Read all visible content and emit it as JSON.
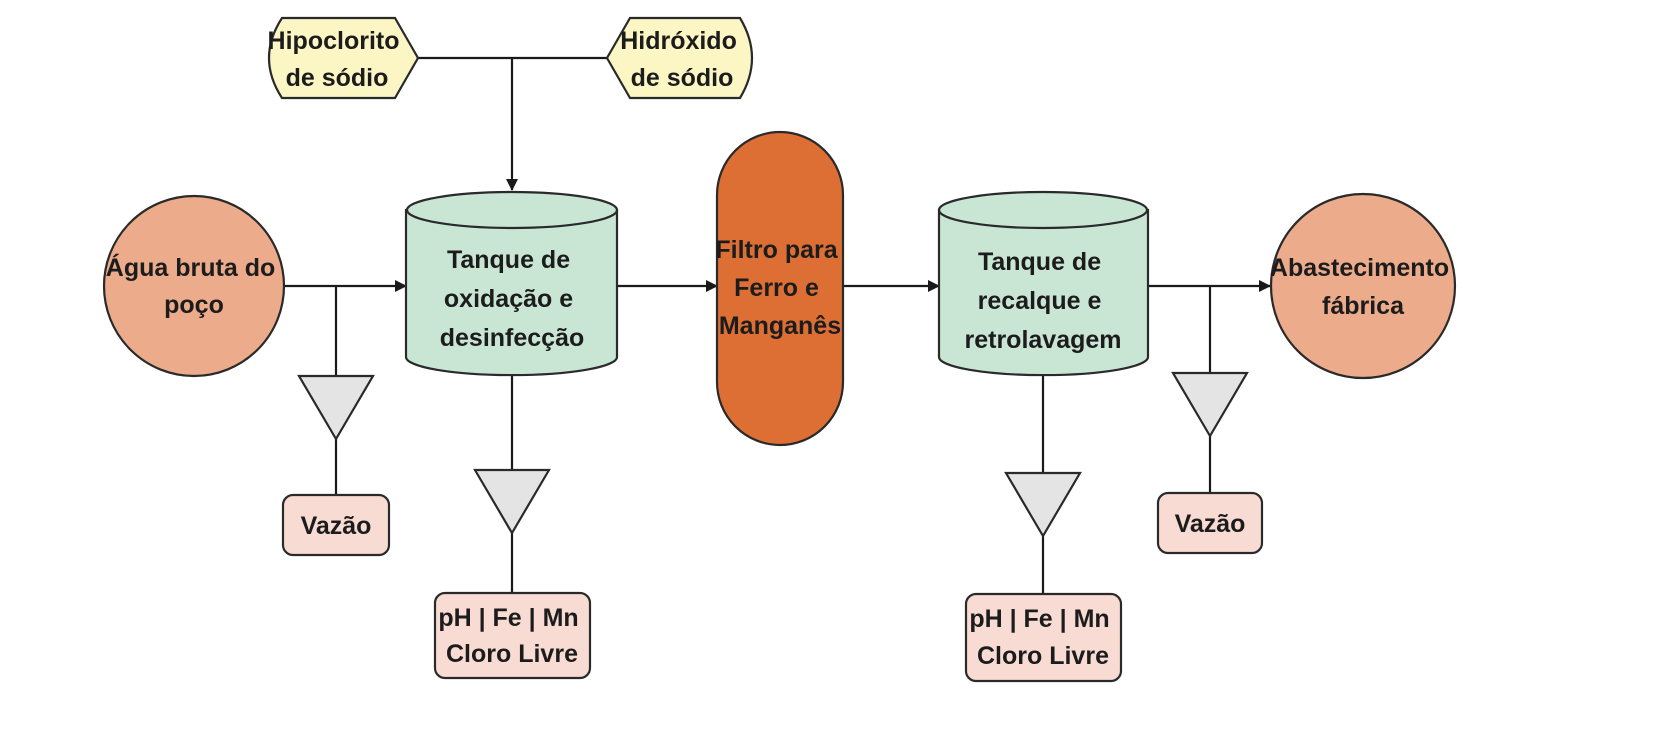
{
  "colors": {
    "chemical_fill": "#fbf6c4",
    "tank_fill": "#c9e6d5",
    "filter_fill": "#dd6f35",
    "source_fill": "#ecab8a",
    "sensor_fill": "#e4e4e4",
    "readout_fill": "#f8dcd4",
    "line": "#1a1a1a"
  },
  "chemicals": {
    "hypochlorite": [
      "Hipoclorito",
      "de sódio"
    ],
    "hydroxide": [
      "Hidróxido",
      "de sódio"
    ]
  },
  "source": [
    "Água bruta do",
    "poço"
  ],
  "tank1": [
    "Tanque de",
    "oxidação e",
    "desinfecção"
  ],
  "filter": [
    "Filtro para",
    "Ferro e",
    "Manganês"
  ],
  "tank2": [
    "Tanque de",
    "recalque e",
    "retrolavagem"
  ],
  "destination": [
    "Abastecimento",
    "fábrica"
  ],
  "readouts": {
    "flow_in": [
      "Vazão"
    ],
    "quality_1": [
      "pH | Fe | Mn",
      "Cloro Livre"
    ],
    "quality_2": [
      "pH | Fe | Mn",
      "Cloro Livre"
    ],
    "flow_out": [
      "Vazão"
    ]
  },
  "icons": {
    "sensor": "inverted-triangle-sensor-icon",
    "arrow": "arrowhead-icon"
  }
}
